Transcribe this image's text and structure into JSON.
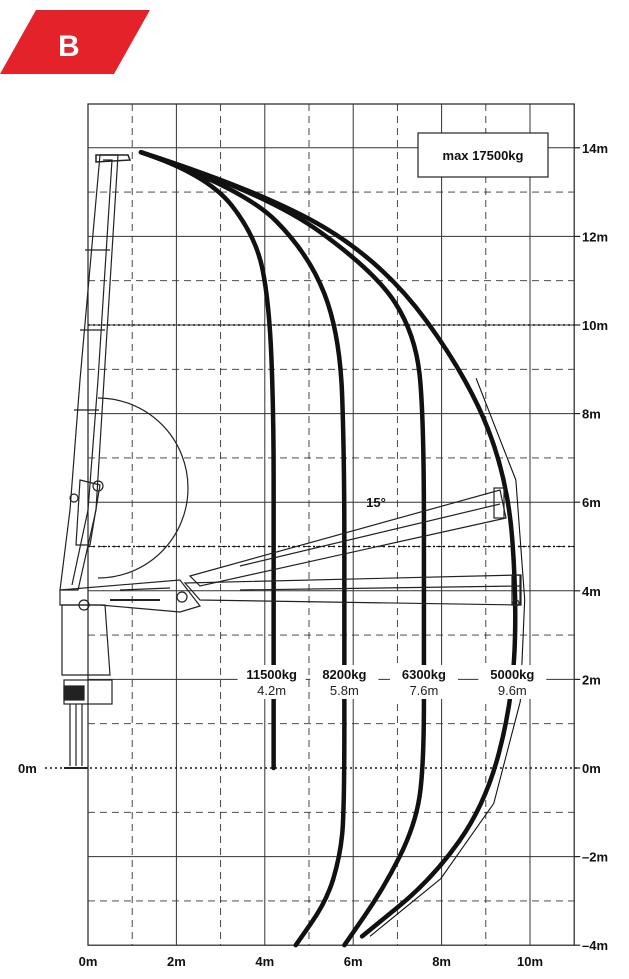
{
  "badge": {
    "letter": "B",
    "color": "#e3222a"
  },
  "max_load": "max 17500kg",
  "boom_angle": "15°",
  "x_axis": {
    "ticks": [
      "0m",
      "2m",
      "4m",
      "6m",
      "8m",
      "10m"
    ]
  },
  "y_axis_right": {
    "ticks": [
      "14m",
      "12m",
      "10m",
      "8m",
      "6m",
      "4m",
      "2m",
      "0m",
      "–2m",
      "–4m"
    ]
  },
  "y_axis_left": {
    "zero_label": "0m"
  },
  "chart_data": {
    "type": "line",
    "title": "",
    "xlabel": "",
    "ylabel": "",
    "xlim": [
      0,
      11
    ],
    "ylim": [
      -4,
      15
    ],
    "grid": true,
    "capacities": [
      {
        "load": "11500kg",
        "reach": "4.2m",
        "reach_m": 4.2
      },
      {
        "load": "8200kg",
        "reach": "5.8m",
        "reach_m": 5.8
      },
      {
        "load": "6300kg",
        "reach": "7.6m",
        "reach_m": 7.6
      },
      {
        "load": "5000kg",
        "reach": "9.6m",
        "reach_m": 9.6
      }
    ],
    "series": [
      {
        "values": [
          [
            1.2,
            13.9
          ],
          [
            2.7,
            13.4
          ],
          [
            3.8,
            12.0
          ],
          [
            4.1,
            10.5
          ],
          [
            4.2,
            8.0
          ],
          [
            4.2,
            5.0
          ],
          [
            4.2,
            0.0
          ]
        ]
      },
      {
        "values": [
          [
            1.2,
            13.9
          ],
          [
            3.5,
            13.1
          ],
          [
            5.0,
            11.6
          ],
          [
            5.7,
            9.8
          ],
          [
            5.8,
            7.0
          ],
          [
            5.8,
            3.0
          ],
          [
            5.8,
            -1.0
          ],
          [
            5.7,
            -2.0
          ],
          [
            5.4,
            -3.0
          ],
          [
            4.7,
            -4.0
          ]
        ]
      },
      {
        "values": [
          [
            1.2,
            13.9
          ],
          [
            4.0,
            13.0
          ],
          [
            6.5,
            11.2
          ],
          [
            7.4,
            9.8
          ],
          [
            7.6,
            8.0
          ],
          [
            7.6,
            3.0
          ],
          [
            7.6,
            0.0
          ],
          [
            7.4,
            -1.3
          ],
          [
            6.7,
            -2.7
          ],
          [
            5.8,
            -4.0
          ]
        ]
      },
      {
        "values": [
          [
            1.2,
            13.9
          ],
          [
            4.0,
            13.0
          ],
          [
            6.7,
            11.4
          ],
          [
            8.6,
            8.8
          ],
          [
            9.5,
            6.5
          ],
          [
            9.7,
            3.8
          ],
          [
            9.6,
            1.5
          ],
          [
            9.0,
            -0.8
          ],
          [
            7.8,
            -2.5
          ],
          [
            6.2,
            -3.8
          ]
        ]
      }
    ]
  }
}
